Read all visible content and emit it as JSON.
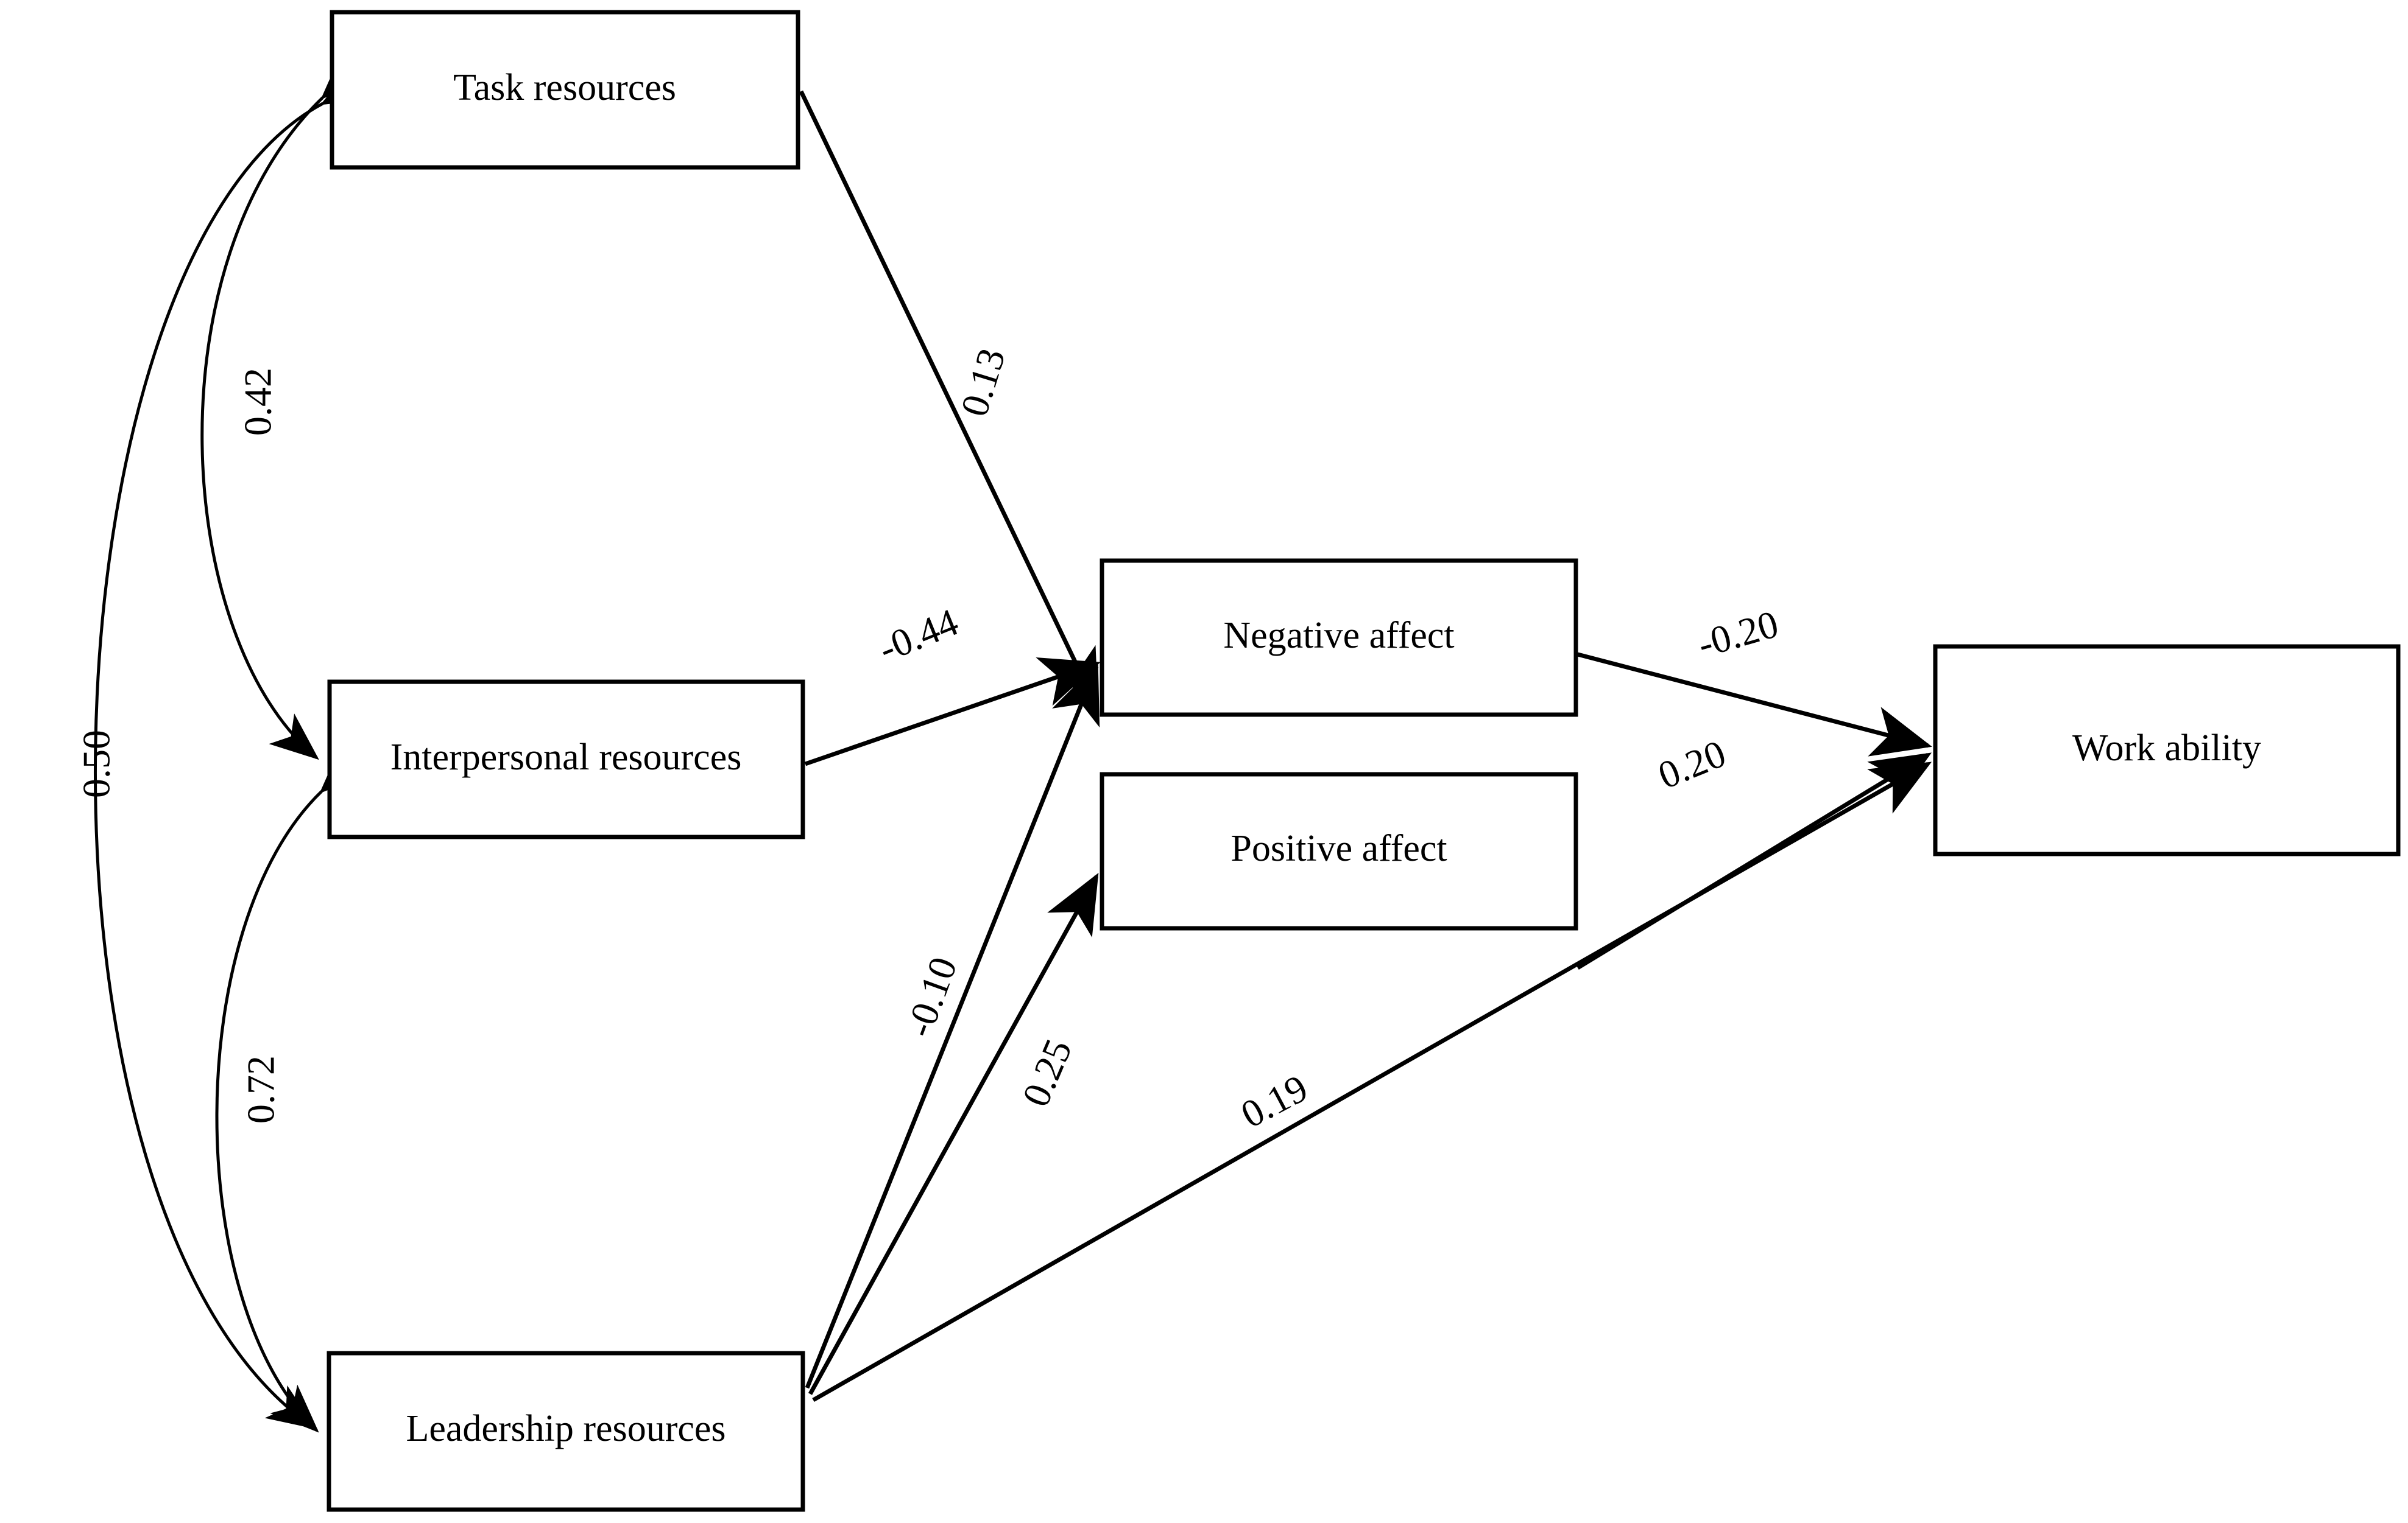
{
  "diagram": {
    "type": "path-diagram",
    "title": "",
    "nodes": [
      {
        "id": "task_resources",
        "label": "Task resources"
      },
      {
        "id": "interpersonal_resources",
        "label": "Interpersonal resources"
      },
      {
        "id": "leadership_resources",
        "label": "Leadership resources"
      },
      {
        "id": "negative_affect",
        "label": "Negative affect"
      },
      {
        "id": "positive_affect",
        "label": "Positive affect"
      },
      {
        "id": "work_ability",
        "label": "Work ability"
      }
    ],
    "edges": [
      {
        "id": "e_task_neg",
        "from": "task_resources",
        "to": "negative_affect",
        "coefficient": "0.13",
        "kind": "directed"
      },
      {
        "id": "e_inter_neg",
        "from": "interpersonal_resources",
        "to": "negative_affect",
        "coefficient": "-0.44",
        "kind": "directed"
      },
      {
        "id": "e_lead_neg",
        "from": "leadership_resources",
        "to": "negative_affect",
        "coefficient": "-0.10",
        "kind": "directed"
      },
      {
        "id": "e_lead_pos",
        "from": "leadership_resources",
        "to": "positive_affect",
        "coefficient": "0.25",
        "kind": "directed"
      },
      {
        "id": "e_lead_work",
        "from": "leadership_resources",
        "to": "work_ability",
        "coefficient": "0.19",
        "kind": "directed"
      },
      {
        "id": "e_neg_work",
        "from": "negative_affect",
        "to": "work_ability",
        "coefficient": "-0.20",
        "kind": "directed"
      },
      {
        "id": "e_pos_work",
        "from": "positive_affect",
        "to": "work_ability",
        "coefficient": "0.20",
        "kind": "directed"
      },
      {
        "id": "c_task_inter",
        "from": "task_resources",
        "to": "interpersonal_resources",
        "coefficient": "0.42",
        "kind": "covariance"
      },
      {
        "id": "c_task_lead",
        "from": "task_resources",
        "to": "leadership_resources",
        "coefficient": "0.50",
        "kind": "covariance"
      },
      {
        "id": "c_inter_lead",
        "from": "interpersonal_resources",
        "to": "leadership_resources",
        "coefficient": "0.72",
        "kind": "covariance"
      }
    ],
    "colors": {
      "stroke": "#000000",
      "background": "#ffffff",
      "text": "#000000"
    }
  },
  "labels": {
    "n_task": "Task resources",
    "n_inter": "Interpersonal resources",
    "n_lead": "Leadership resources",
    "n_neg": "Negative affect",
    "n_pos": "Positive affect",
    "n_work": "Work ability",
    "c_013": "0.13",
    "c_044": "-0.44",
    "c_010": "-0.10",
    "c_025": "0.25",
    "c_019": "0.19",
    "c_neg020": "-0.20",
    "c_pos020": "0.20",
    "c_042": "0.42",
    "c_050": "0.50",
    "c_072": "0.72"
  }
}
